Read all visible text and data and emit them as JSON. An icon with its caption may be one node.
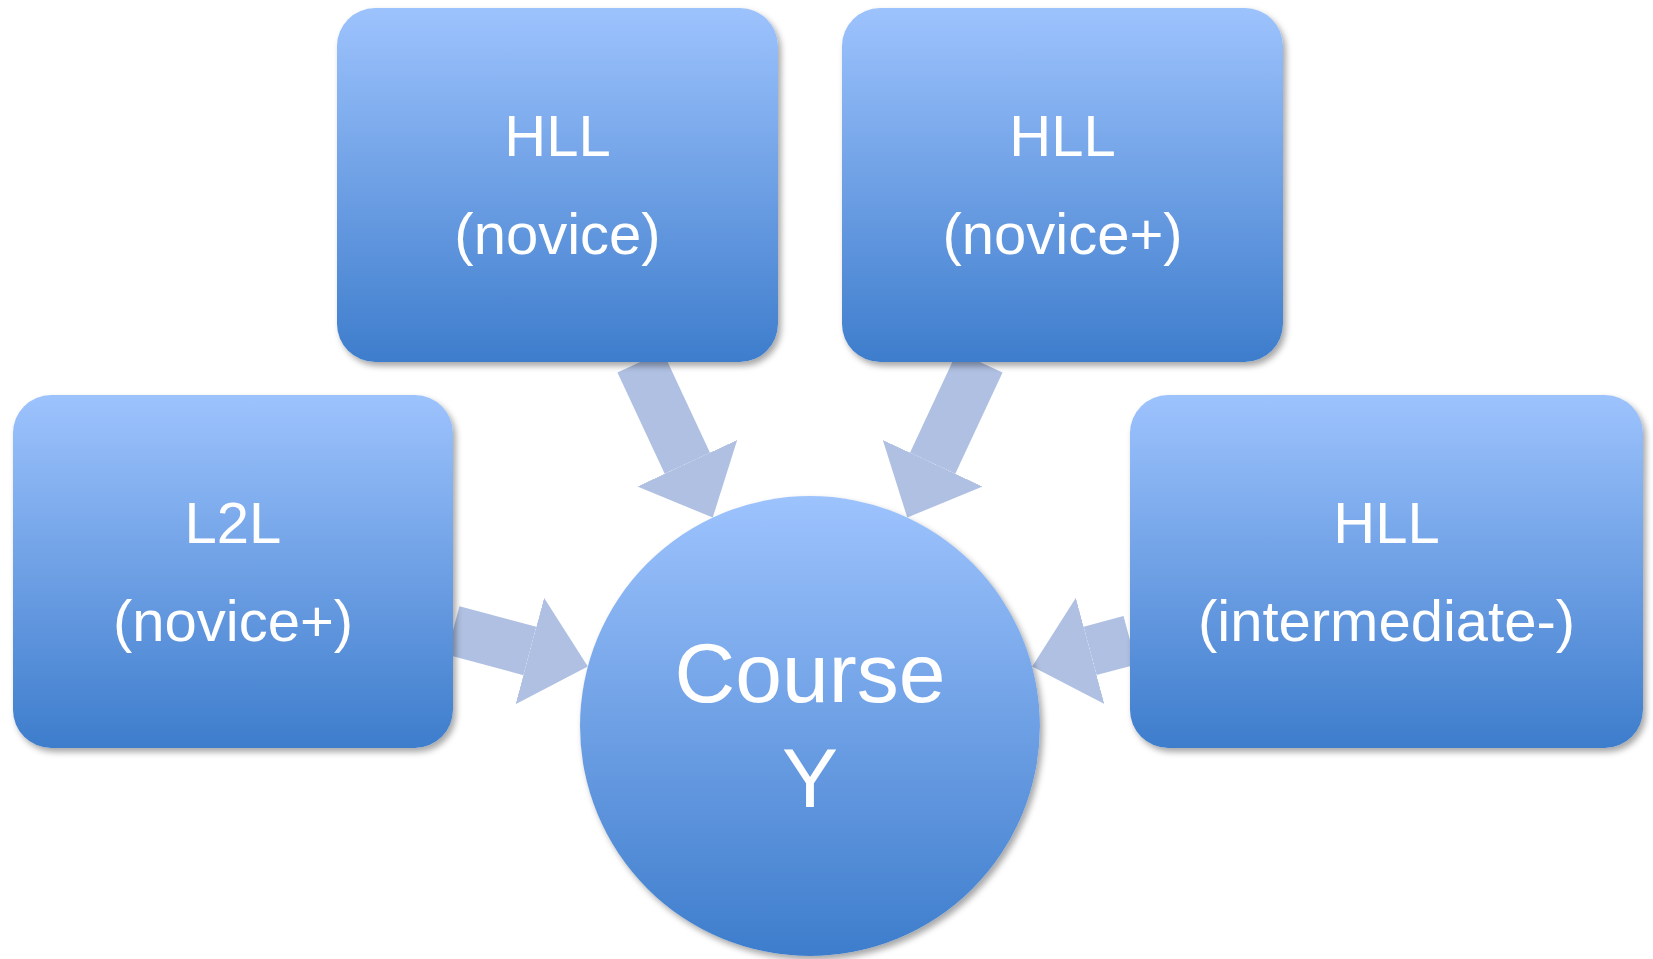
{
  "diagram": {
    "nodes": [
      {
        "text": [
          "HLL",
          "(novice)"
        ]
      },
      {
        "text": [
          "HLL",
          "(novice+)"
        ]
      },
      {
        "text": [
          "L2L",
          "(novice+)"
        ]
      },
      {
        "text": [
          "HLL",
          "(intermediate-)"
        ]
      },
      {
        "text": [
          "Course Y"
        ]
      }
    ],
    "edges": [
      {
        "from": 0,
        "to": 4,
        "arrow": "to"
      },
      {
        "from": 1,
        "to": 4,
        "arrow": "to"
      },
      {
        "from": 2,
        "to": 4,
        "arrow": "to"
      },
      {
        "from": 3,
        "to": 4,
        "arrow": "to"
      }
    ]
  }
}
